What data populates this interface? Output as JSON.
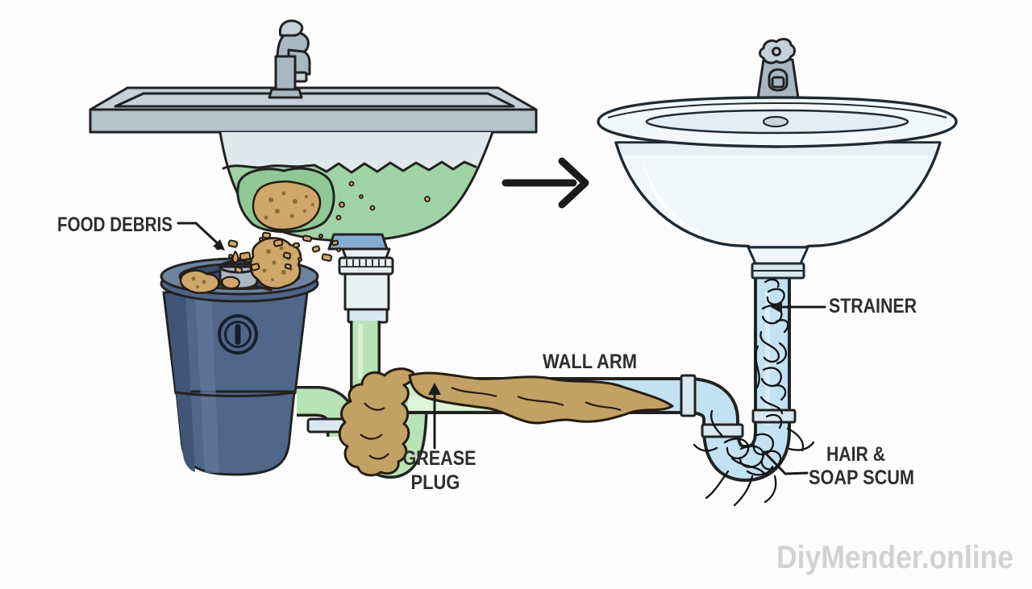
{
  "labels": {
    "food_debris": "FOOD DEBRIS",
    "wall_arm": "WALL ARM",
    "grease_plug": [
      "GREASE",
      "PLUG"
    ],
    "strainer": "STRAINER",
    "hair_soap_scum": [
      "HAIR &",
      "SOAP SCUM"
    ]
  },
  "watermark": "DiyMender.online",
  "icons": {
    "transition_arrow": "arrow-right-icon"
  },
  "colors": {
    "background": "#fdfdfd",
    "outline": "#222222",
    "label_text": "#2e2e2e",
    "watermark_text": "#d2d2d2",
    "arrow": "#1a1a1a",
    "counter_top": "#c6d1d7",
    "counter_front": "#b4c2c9",
    "faucet_metal": "#a7b8c2",
    "faucet_light": "#c3d1d9",
    "basin_interior": "#dfe9ec",
    "water_green": "#a0d2a5",
    "gunk_green": "#8fc795",
    "debris_tan": "#cfa76a",
    "grease_tan": "#c2a164",
    "debris_outline": "#241c10",
    "disposal_body": "#50678a",
    "disposal_dark": "#415677",
    "disposal_light": "#61779a",
    "disposal_collar": "#6e83a0",
    "disposal_collar_dark": "#4f6488",
    "disposal_opening": "#3a4e70",
    "hub_metal": "#aab7c4",
    "pipe_green": "#b8e3b6",
    "pipe_green_light": "#def4d8",
    "pipe_blue": "#c2e2f2",
    "coupling": "#d9e8f0",
    "white_pipe": "#e9f0f2",
    "porcelain": "#f2f8fa",
    "porcelain_shade": "#e2eef3",
    "drain_flange_blue": "#84abd0",
    "hair": "#111111"
  }
}
